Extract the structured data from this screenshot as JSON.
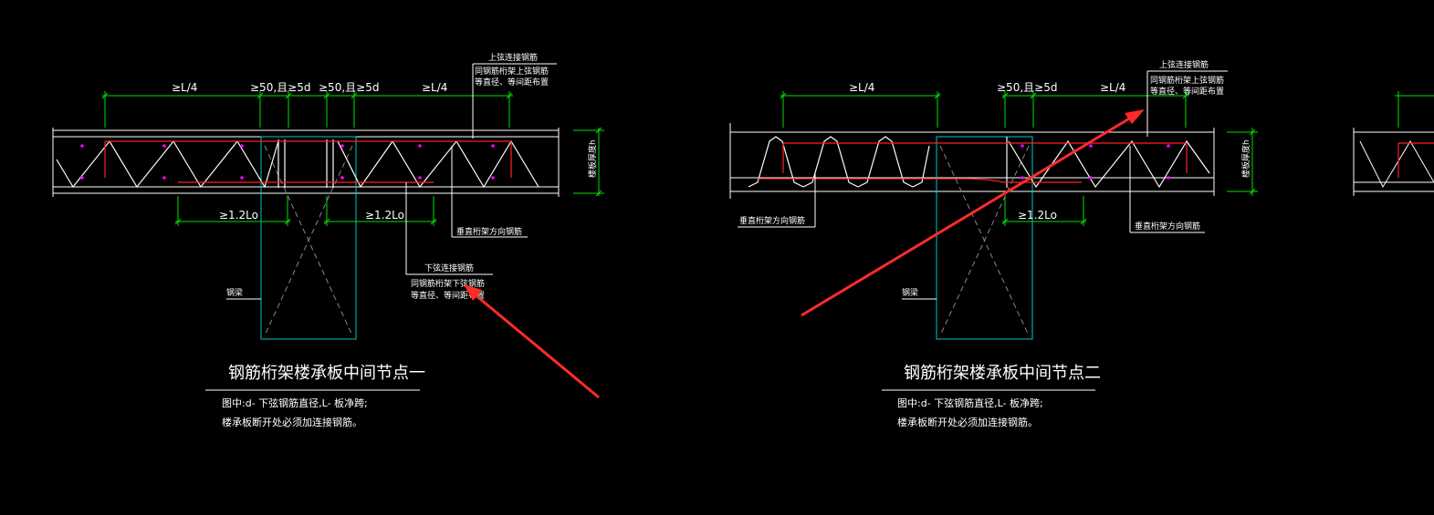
{
  "colors": {
    "background": "#000000",
    "dimension": "#00e000",
    "beam": "#00c8c8",
    "slab": "#ffffff",
    "rebar": "#ff2020",
    "dots": "#ff00ff",
    "arrow": "#ff2a2a"
  },
  "detail1": {
    "title": "钢筋桁架楼承板中间节点一",
    "note_line1": "图中:d- 下弦钢筋直径,L- 板净跨;",
    "note_line2": "楼承板断开处必须加连接钢筋。",
    "dim_l4_left": "≥L/4",
    "dim_50_left": "≥50,且≥5d",
    "dim_50_right": "≥50,且≥5d",
    "dim_l4_right": "≥L/4",
    "dim_12lo_left": "≥1.2Lo",
    "dim_12lo_right": "≥1.2Lo",
    "top_conn_title": "上弦连接钢筋",
    "top_conn_l1": "同钢筋桁架上弦钢筋",
    "top_conn_l2": "等直径、等间距布置",
    "bot_conn_title": "下弦连接钢筋",
    "bot_conn_l1": "同钢筋桁架下弦钢筋",
    "bot_conn_l2": "等直径、等间距布置",
    "perp_label": "垂直桁架方向钢筋",
    "beam_label": "钢梁",
    "thickness_label": "楼板厚度h"
  },
  "detail2": {
    "title": "钢筋桁架楼承板中间节点二",
    "note_line1": "图中:d- 下弦钢筋直径,L- 板净跨;",
    "note_line2": "楼承板断开处必须加连接钢筋。",
    "dim_l4_left": "≥L/4",
    "dim_50_right": "≥50,且≥5d",
    "dim_l4_right": "≥L/4",
    "dim_12lo": "≥1.2Lo",
    "top_conn_title": "上弦连接钢筋",
    "top_conn_l1": "同钢筋桁架上弦钢筋",
    "top_conn_l2": "等直径、等间距布置",
    "perp_label_left": "垂直桁架方向钢筋",
    "perp_label_right": "垂直桁架方向钢筋",
    "beam_label": "钢梁",
    "thickness_label": "楼板厚度h"
  }
}
